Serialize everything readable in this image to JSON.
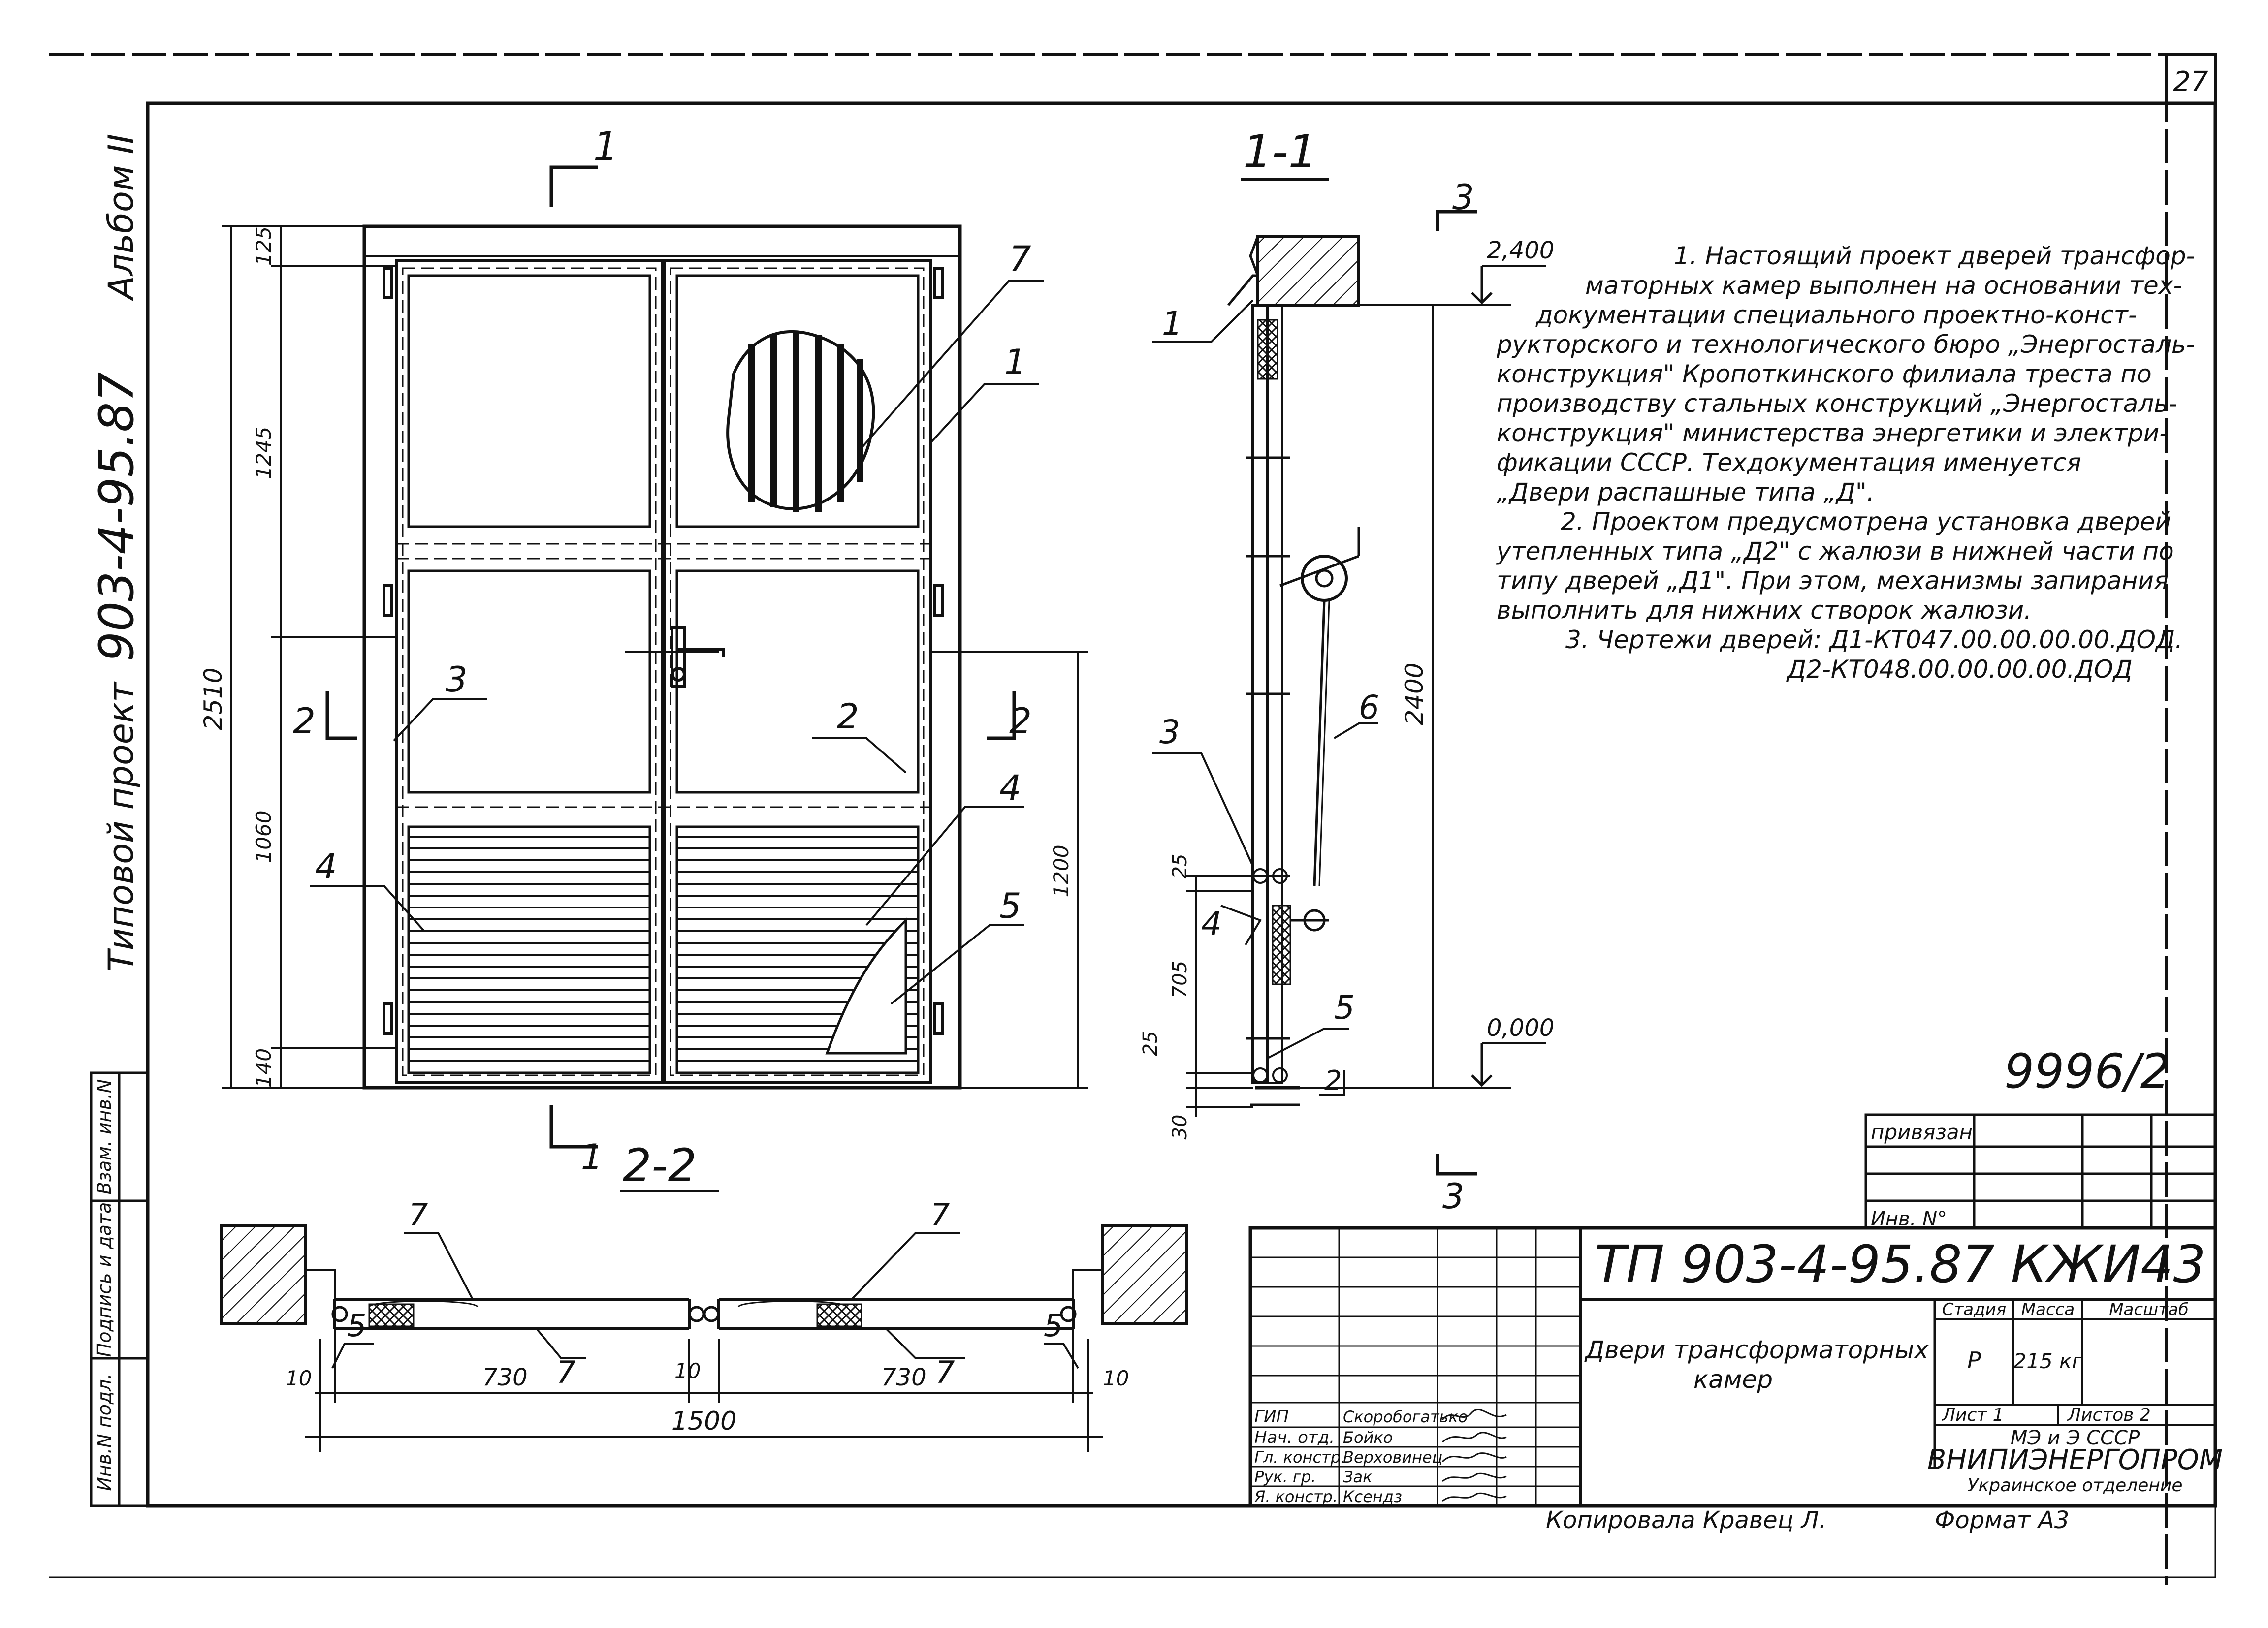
{
  "sheet": {
    "page_number": "27",
    "side_album": "Альбом II",
    "side_project_label": "Типовой проект",
    "side_project_code": "903-4-95.87",
    "stamp_cells": [
      "Инв.N подл.",
      "Подпись и дата",
      "Взам. инв.N"
    ],
    "copied_by": "Копировала Кравец Л.",
    "format": "Формат А3",
    "archive_number": "9996/2",
    "binding": {
      "privyazan": "привязан",
      "inv_no": "Инв. N°"
    }
  },
  "views": {
    "section_1_1": "1-1",
    "section_2_2": "2-2",
    "cut_1": "1",
    "cut_2": "2",
    "cut_3": "3"
  },
  "elevation": {
    "dim_total_height": "2510",
    "dim_top": "125",
    "dim_upper": "1245",
    "dim_middle": "1060",
    "dim_bottom": "140",
    "dim_right": "1200",
    "callouts": [
      "1",
      "2",
      "3",
      "4",
      "5",
      "7"
    ]
  },
  "section": {
    "level_top": "2,400",
    "level_zero": "0,000",
    "dim_height": "2400",
    "dim_25a": "25",
    "dim_705": "705",
    "dim_25b": "25",
    "dim_30": "30",
    "callouts": [
      "1",
      "3",
      "4",
      "5",
      "6"
    ]
  },
  "plan": {
    "dim_10a": "10",
    "dim_730a": "730",
    "dim_10b": "10",
    "dim_730b": "730",
    "dim_10c": "10",
    "dim_1500": "1500",
    "callouts": [
      "5",
      "7",
      "7",
      "7",
      "7",
      "5"
    ]
  },
  "notes": [
    [
      "1. Настоящий проект дверей трансфор-",
      "маторных камер выполнен на основании тех-",
      "документации специального проектно-конст-",
      "рукторского и технологического бюро „Энергосталь-",
      "конструкция\" Кропоткинского филиала треста по",
      "производству стальных конструкций „Энергосталь-",
      "конструкция\" министерства энергетики и электри-",
      "фикации СССР. Техдокументация именуется",
      "„Двери распашные типа „Д\"."
    ],
    [
      "2. Проектом предусмотрена установка дверей",
      "утепленных типа „Д2\" с жалюзи в нижней части по",
      "типу дверей „Д1\". При этом, механизмы запирания",
      "выполнить для нижних створок жалюзи."
    ],
    [
      "3. Чертежи дверей: Д1-КТ047.00.00.00.00.ДОД.",
      "Д2-КТ048.00.00.00.00.ДОД"
    ]
  ],
  "title_block": {
    "code": "ТП  903-4-95.87  КЖИ43",
    "name_line1": "Двери трансформаторных",
    "name_line2": "камер",
    "headers": {
      "stage": "Стадия",
      "mass": "Масса",
      "scale": "Масштаб"
    },
    "stage": "Р",
    "mass": "215 кг",
    "sheet_label": "Лист 1",
    "sheets_label": "Листов 2",
    "org1": "МЭ и Э СССР",
    "org2": "ВНИПИЭНЕРГОПРОМ",
    "org3": "Украинское отделение",
    "signatures": [
      {
        "role": "ГИП",
        "name": "Скоробогатько"
      },
      {
        "role": "Нач. отд.",
        "name": "Бойко"
      },
      {
        "role": "Гл. констр.",
        "name": "Верховинец"
      },
      {
        "role": "Рук. гр.",
        "name": "Зак"
      },
      {
        "role": "Я. констр.",
        "name": "Ксендз"
      }
    ]
  }
}
